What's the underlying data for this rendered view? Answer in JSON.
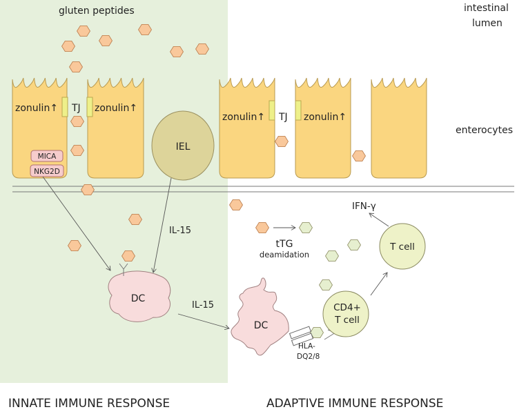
{
  "labels": {
    "gluten_peptides": "gluten peptides",
    "intestinal_lumen_1": "intestinal",
    "intestinal_lumen_2": "lumen",
    "enterocytes": "enterocytes",
    "zonulin": "zonulin↑",
    "tj": "TJ",
    "iel": "IEL",
    "mica": "MICA",
    "nkg2d": "NKG2D",
    "il15": "IL-15",
    "dc": "DC",
    "ttg": "tTG",
    "deamidation": "deamidation",
    "ifn": "IFN-γ",
    "tcell": "T cell",
    "cd4_1": "CD4+",
    "cd4_2": "T cell",
    "hla_1": "HLA-",
    "hla_2": "DQ2/8",
    "innate": "INNATE IMMUNE RESPONSE",
    "adaptive": "ADAPTIVE IMMUNE RESPONSE"
  },
  "colors": {
    "innate_panel": "#e6f0dc",
    "enterocyte": "#fad680",
    "gluten_peptide": "#f9c89b",
    "deamidated_peptide": "#e6efcf",
    "dendritic_cell": "#f8dcdc",
    "t_cell": "#eef2c8"
  }
}
